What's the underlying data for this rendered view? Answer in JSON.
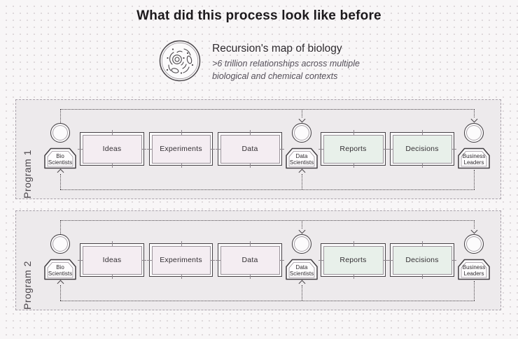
{
  "page": {
    "title": "What did this process look like before"
  },
  "legend": {
    "icon": "cell-icon",
    "title": "Recursion's map of biology",
    "subtitle_lines": [
      ">6 trillion relationships across multiple",
      "biological and chemical contexts"
    ]
  },
  "colors": {
    "page_background": "#f8f6f7",
    "dot_grid": "#ddd7da",
    "panel_fill": "#edeaec",
    "panel_border": "#a9a2ab",
    "stage_input_fill": "#f4edf2",
    "stage_output_fill": "#e8f0ea",
    "stage_border": "#454145",
    "flow_line": "#4a4549",
    "text_dark": "#1c191c"
  },
  "programs": [
    {
      "label": "Program 1",
      "actors": [
        {
          "label": "Bio Scientists"
        },
        {
          "label": "Data Scientists"
        },
        {
          "label": "Business Leaders"
        }
      ],
      "stages": [
        {
          "label": "Ideas"
        },
        {
          "label": "Experiments"
        },
        {
          "label": "Data"
        },
        {
          "label": "Reports"
        },
        {
          "label": "Decisions"
        }
      ]
    },
    {
      "label": "Program 2",
      "actors": [
        {
          "label": "Bio Scientists"
        },
        {
          "label": "Data Scientists"
        },
        {
          "label": "Business Leaders"
        }
      ],
      "stages": [
        {
          "label": "Ideas"
        },
        {
          "label": "Experiments"
        },
        {
          "label": "Data"
        },
        {
          "label": "Reports"
        },
        {
          "label": "Decisions"
        }
      ]
    }
  ]
}
